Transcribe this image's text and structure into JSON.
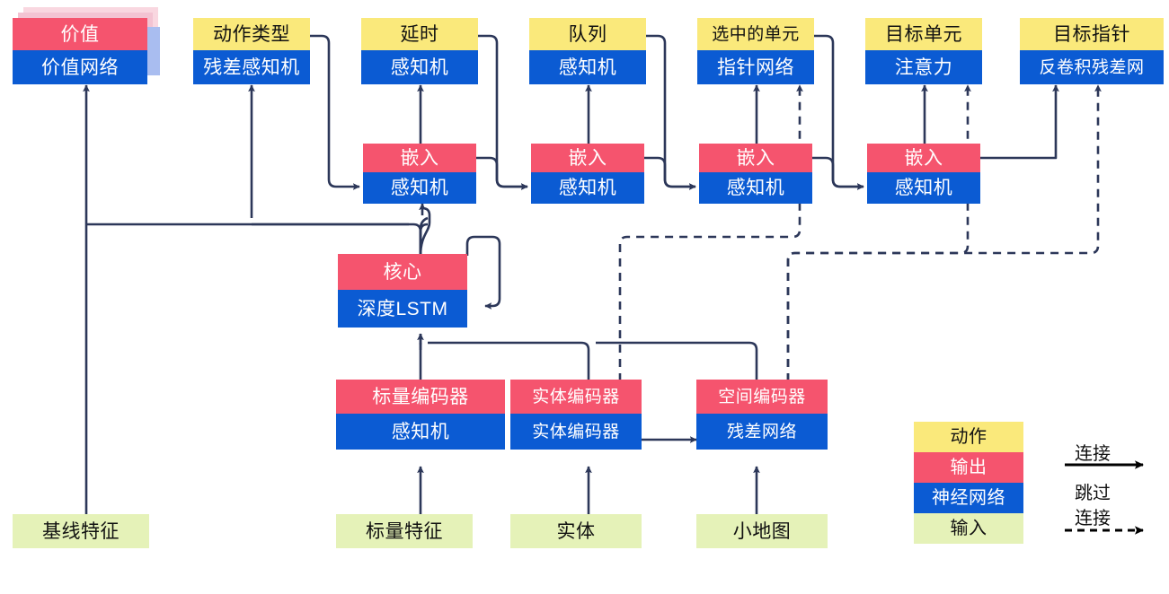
{
  "palette": {
    "action": "#FAE97B",
    "output": "#F5546E",
    "network": "#0B5BD3",
    "input": "#E5F2B8",
    "wire": "#2C3759",
    "legend_arrow": "#000000",
    "background": "#FFFFFF"
  },
  "nodes": {
    "value": {
      "output": "价值",
      "network": "价值网络"
    },
    "action_type": {
      "action": "动作类型",
      "network": "残差感知机"
    },
    "delay": {
      "action": "延时",
      "network": "感知机"
    },
    "queue": {
      "action": "队列",
      "network": "感知机"
    },
    "selected_unit": {
      "action": "选中的单元",
      "network": "指针网络"
    },
    "target_unit": {
      "action": "目标单元",
      "network": "注意力"
    },
    "target_point": {
      "action": "目标指针",
      "network": "反卷积残差网"
    },
    "embed1": {
      "output": "嵌入",
      "network": "感知机"
    },
    "embed2": {
      "output": "嵌入",
      "network": "感知机"
    },
    "embed3": {
      "output": "嵌入",
      "network": "感知机"
    },
    "embed4": {
      "output": "嵌入",
      "network": "感知机"
    },
    "core": {
      "output": "核心",
      "network": "深度LSTM"
    },
    "scalar_encoder": {
      "output": "标量编码器",
      "network": "感知机"
    },
    "entity_encoder": {
      "output": "实体编码器",
      "network": "实体编码器"
    },
    "spatial_encoder": {
      "output": "空间编码器",
      "network": "残差网络"
    }
  },
  "inputs": {
    "baseline_features": "基线特征",
    "scalar_features": "标量特征",
    "entities": "实体",
    "minimap": "小地图"
  },
  "legend": {
    "action": "动作",
    "output": "输出",
    "network": "神经网络",
    "input": "输入",
    "connection": "连接",
    "skip_line1": "跳过",
    "skip_line2": "连接"
  }
}
